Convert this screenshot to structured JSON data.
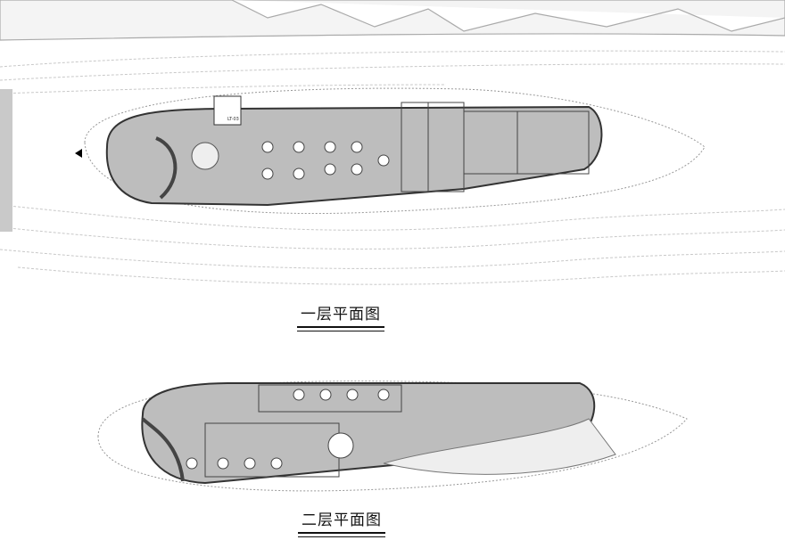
{
  "plans": [
    {
      "title": "一层平面图",
      "labels": {
        "stair": "LT-03"
      }
    },
    {
      "title": "二层平面图"
    }
  ],
  "colors": {
    "floor_fill": "#bdbdbd",
    "wall": "#333333",
    "terrain": "#cfcfcf",
    "background": "#ffffff"
  }
}
